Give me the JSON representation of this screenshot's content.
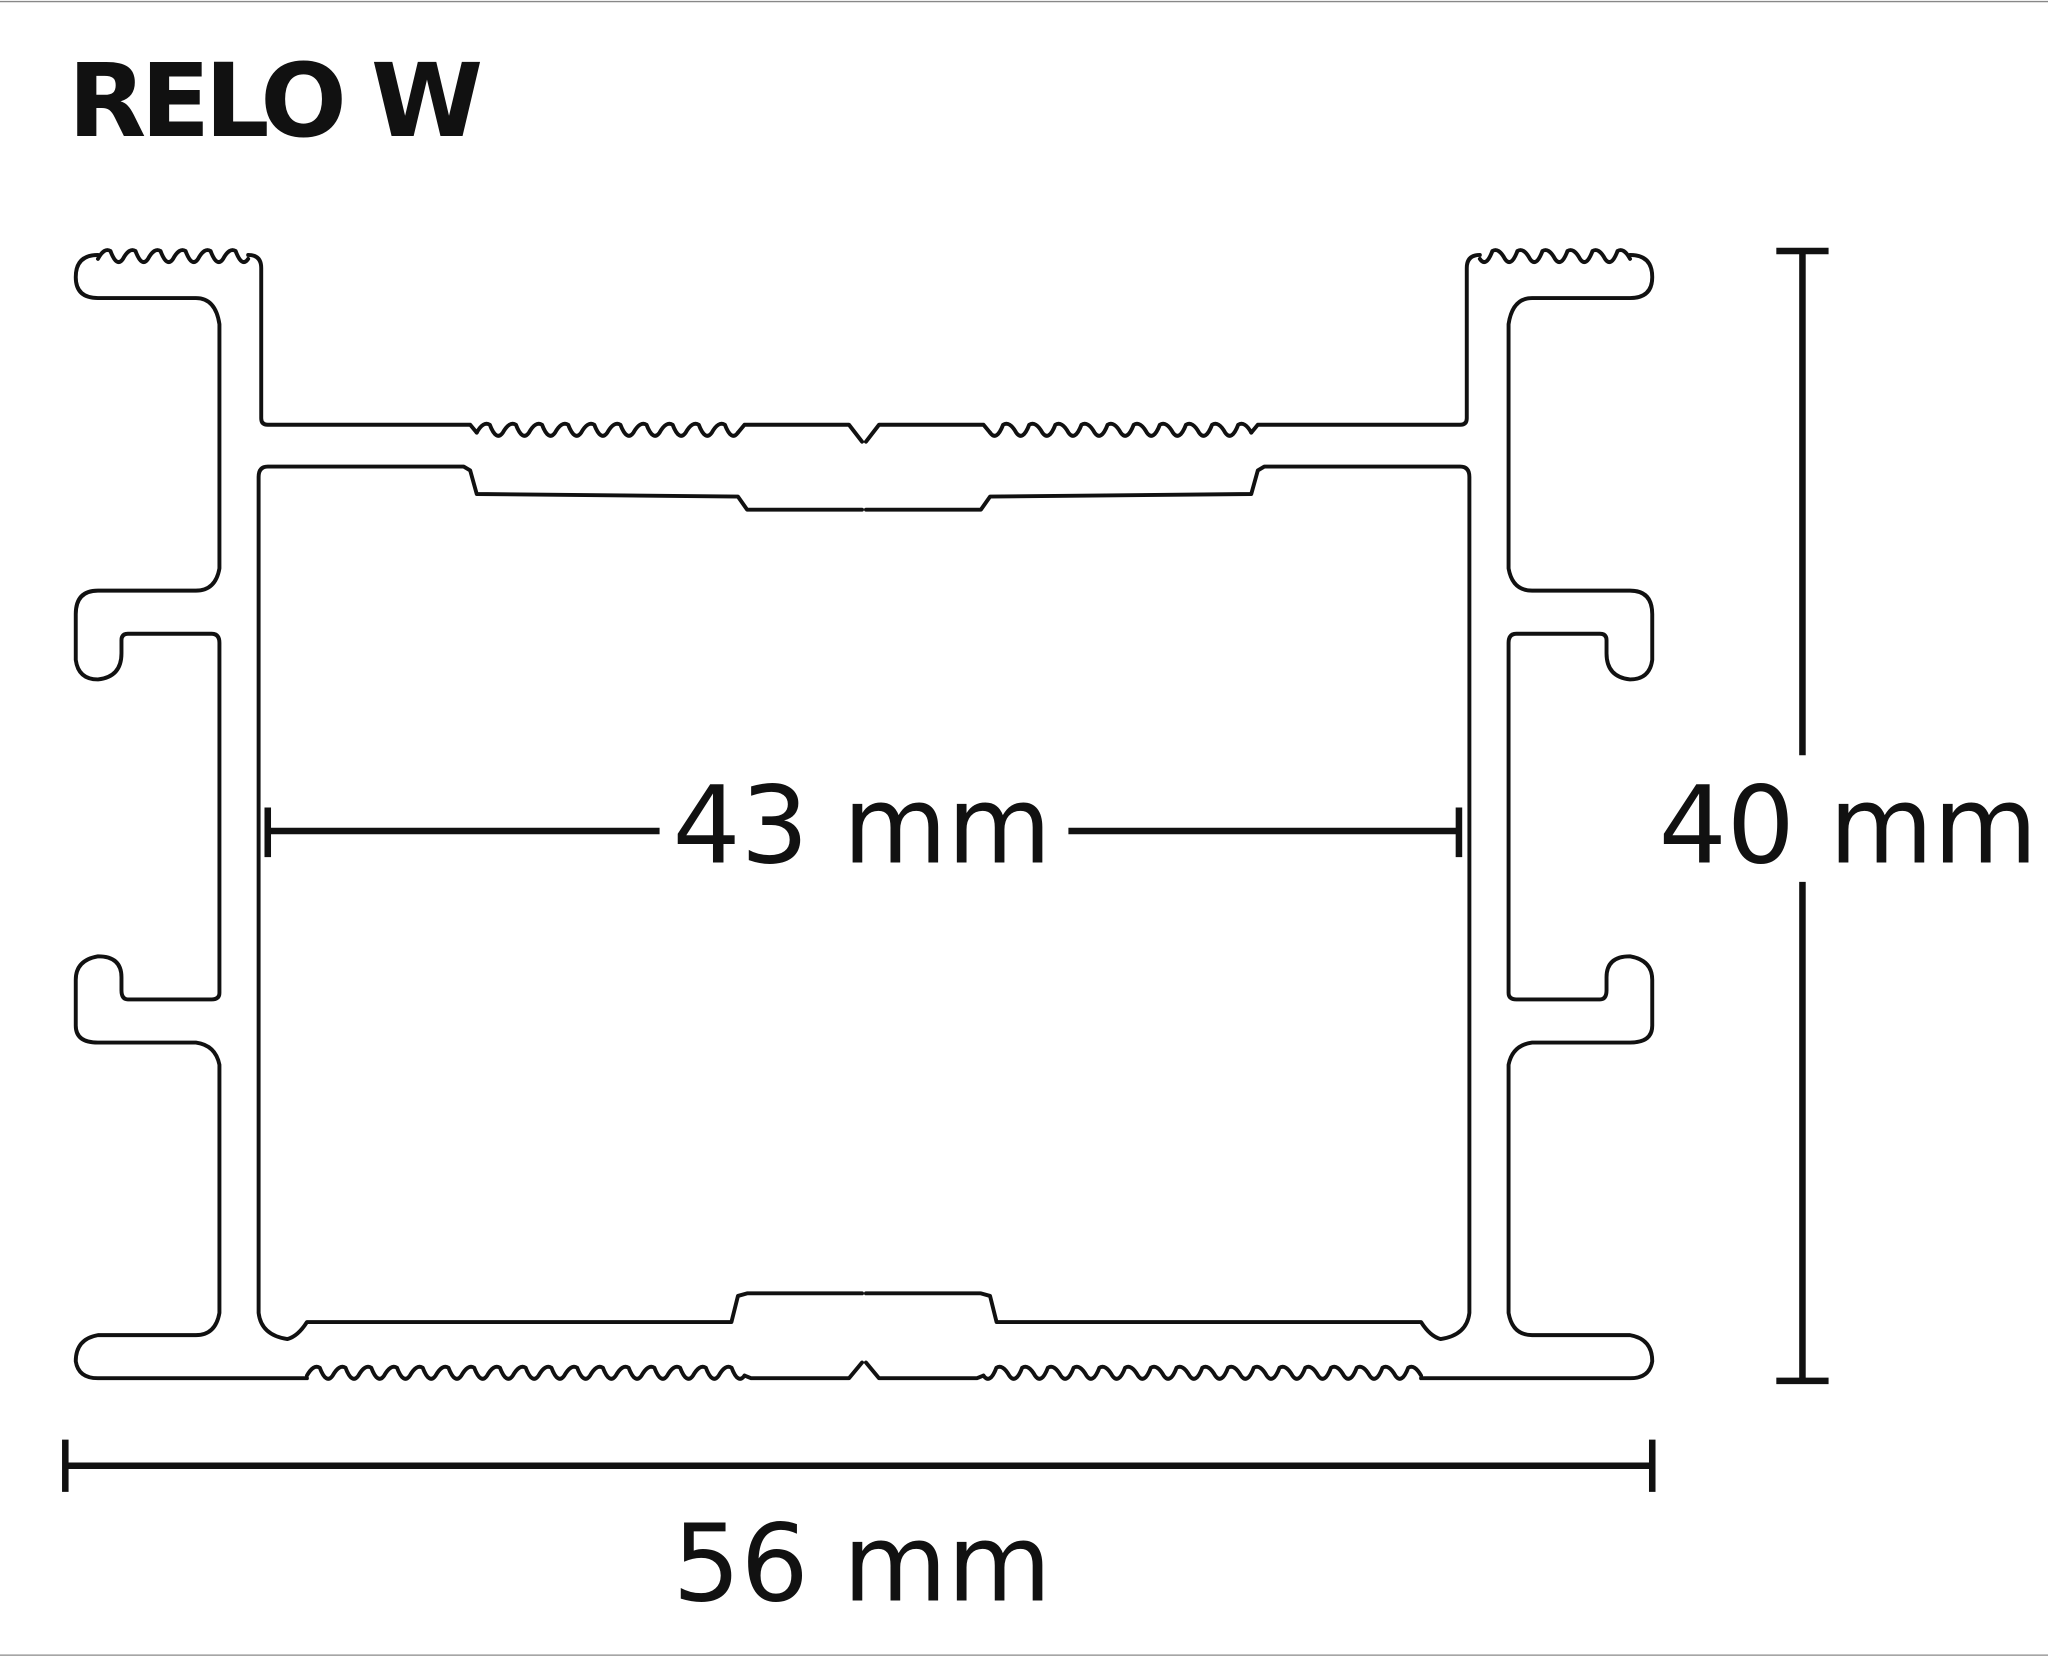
{
  "title": "RELO W",
  "dimensions": {
    "inner_width": "43 mm",
    "height": "40 mm",
    "outer_width": "56 mm"
  },
  "colors": {
    "line": "#111111",
    "background": "#ffffff"
  }
}
